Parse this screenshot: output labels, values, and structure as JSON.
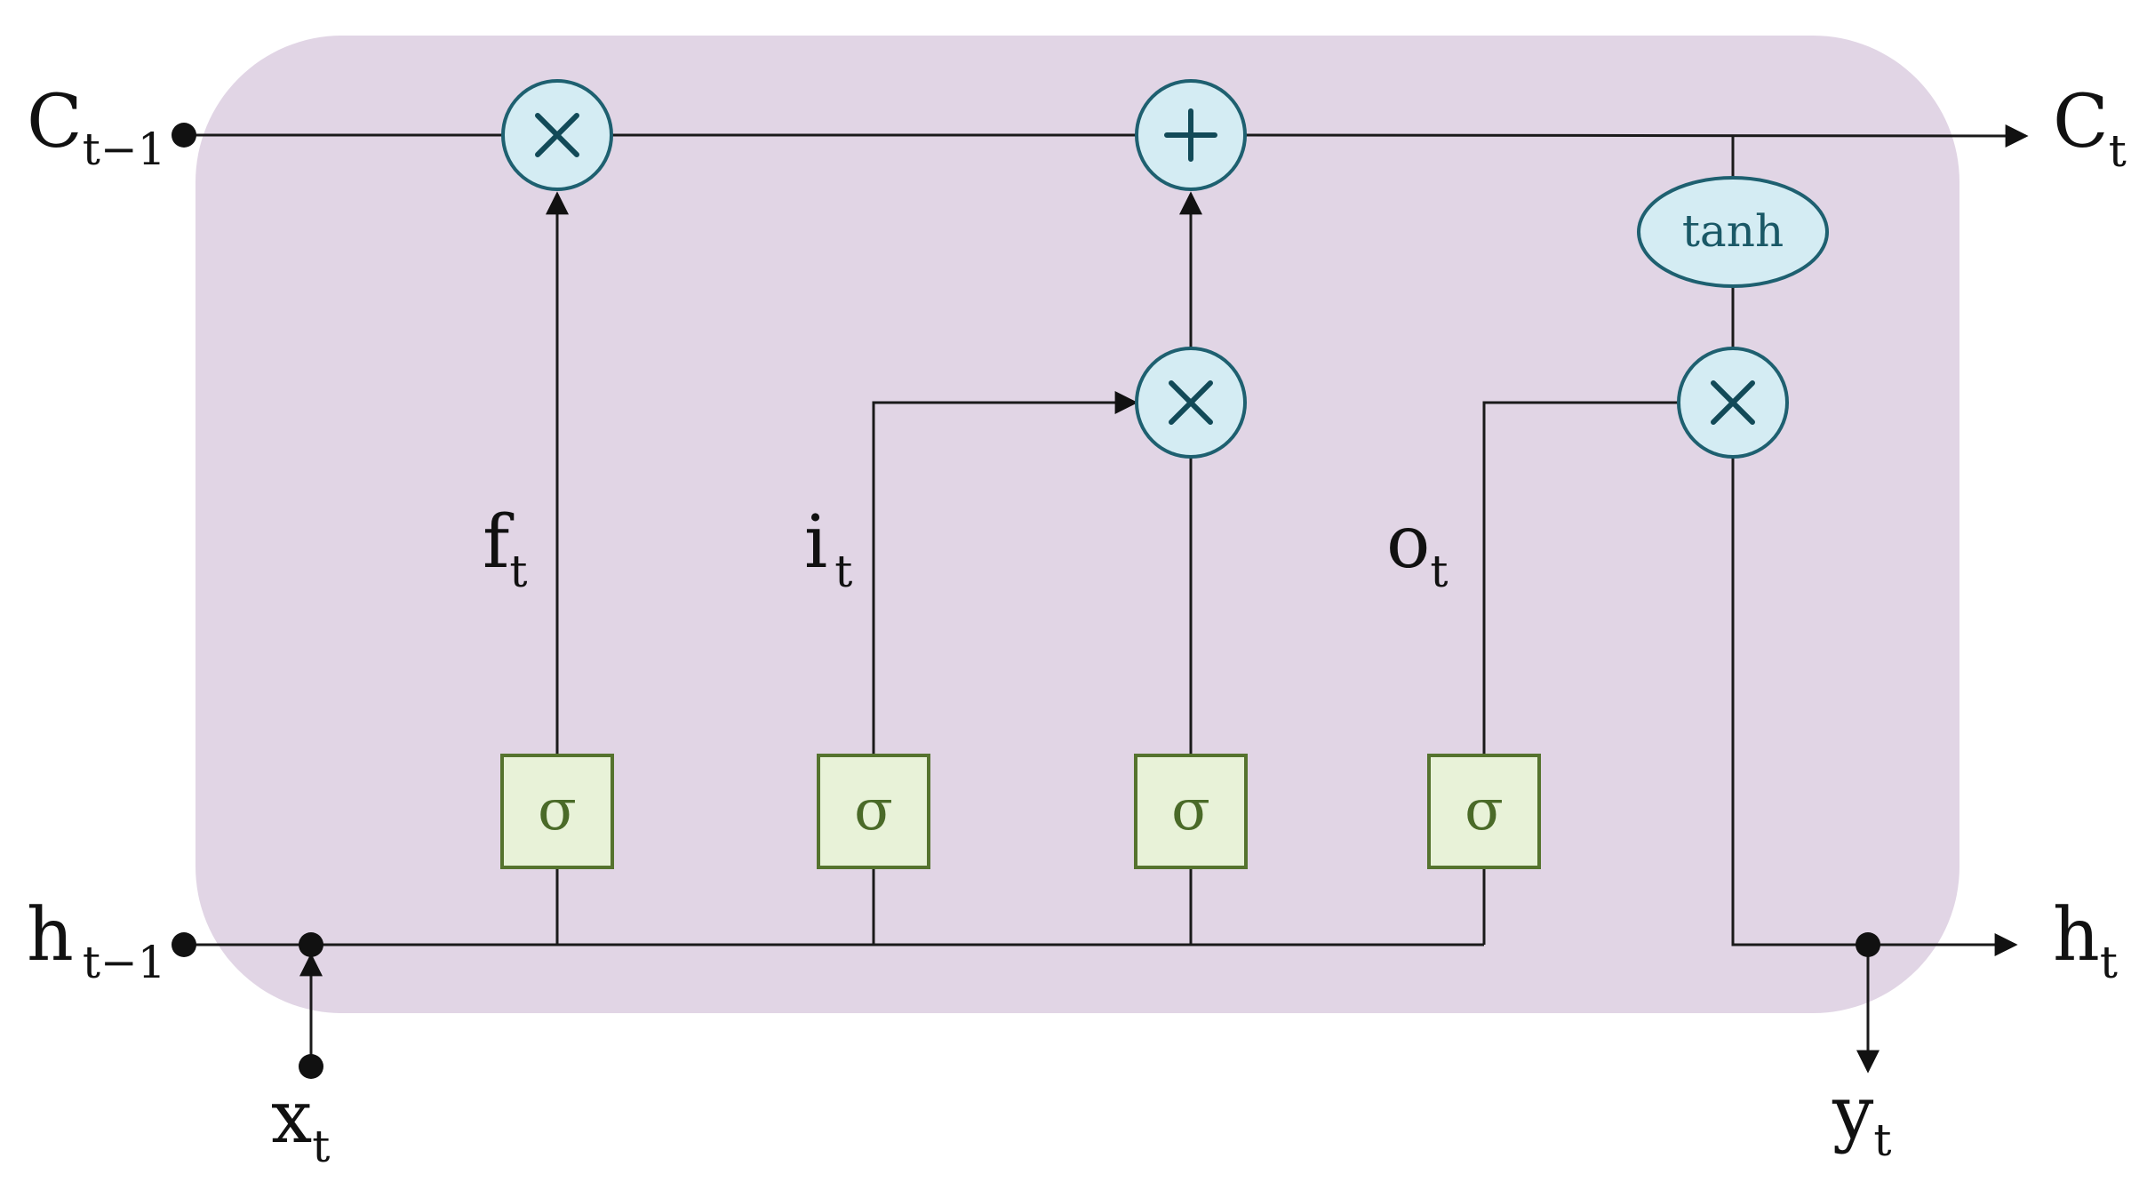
{
  "labels": {
    "c_prev": {
      "main": "C",
      "sub": "t−1"
    },
    "c_next": {
      "main": "C",
      "sub": "t"
    },
    "h_prev": {
      "main": "h",
      "sub": "t−1"
    },
    "h_next": {
      "main": "h",
      "sub": "t"
    },
    "x_in": {
      "main": "x",
      "sub": "t"
    },
    "y_out": {
      "main": "y",
      "sub": "t"
    },
    "forget_gate": {
      "main": "f",
      "sub": "t"
    },
    "input_gate": {
      "main": "i",
      "sub": "t"
    },
    "output_gate": {
      "main": "o",
      "sub": "t"
    }
  },
  "sigmoid_symbol": "σ",
  "tanh_label": "tanh",
  "colors": {
    "cell_background": "#e1d5e5",
    "operator_fill": "#d4ecf3",
    "operator_stroke": "#1e6070",
    "sigmoid_fill": "#e8f2d8",
    "sigmoid_stroke": "#55732e"
  }
}
